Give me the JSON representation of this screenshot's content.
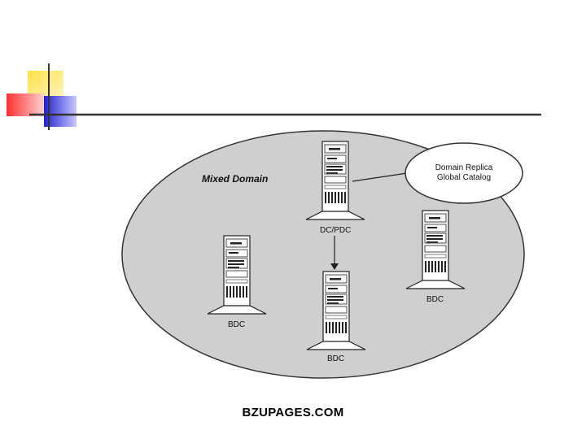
{
  "diagram": {
    "domain_label": "Mixed Domain",
    "replica_bubble": {
      "line1": "Domain Replica",
      "line2": "Global Catalog"
    },
    "servers": [
      {
        "id": "dc-pdc",
        "label": "DC/PDC"
      },
      {
        "id": "bdc-left",
        "label": "BDC"
      },
      {
        "id": "bdc-center",
        "label": "BDC"
      },
      {
        "id": "bdc-right",
        "label": "BDC"
      }
    ]
  },
  "footer": {
    "text": "BZUPAGES.COM"
  },
  "colors": {
    "accent_yellow": "#f6d200",
    "accent_red": "#ee3333",
    "accent_blue": "#2a2acc",
    "domain_fill": "#cfcfcf",
    "rule_line": "#333333"
  }
}
